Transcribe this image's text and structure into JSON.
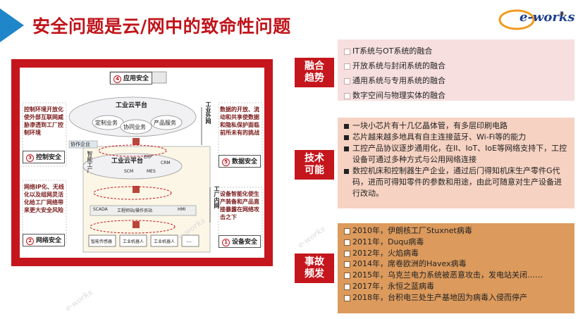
{
  "header": {
    "title": "安全问题是云/网中的致命性问题",
    "logo_text": "e-works",
    "accent_color": "#c0141b",
    "corner_color": "#1f86c9"
  },
  "diagram": {
    "frame_color": "#c4161c",
    "top_box": "应用安全",
    "top_num": "4",
    "cloud_title": "工业云平台",
    "cloud_items": [
      "定制业务",
      "协同业务",
      "产品服务"
    ],
    "collab_label": "协作企业",
    "factory_label": "智能工厂",
    "outer_net": "工业外网",
    "inner_net": "工厂内网",
    "inner_platform": "工业云平台",
    "inner_items": [
      "ERP",
      "CRM",
      "SCM",
      "MES"
    ],
    "scada_row": [
      "SCADA",
      "工程师站/操作员站",
      "HMI"
    ],
    "device_row": [
      "智能传感器",
      "工业机器人",
      "工业机器人",
      "…"
    ],
    "left_top_text": "控制环境开放化使外部互联网威胁渗透到工厂控制环境",
    "left_top_tag": "控制安全",
    "left_top_num": "3",
    "left_bottom_text": "网络IP化、无线化以及组网灵活化给工厂网络带来更大安全风险",
    "left_bottom_tag": "网络安全",
    "left_bottom_num": "2",
    "right_top_text": "数据的开放、流动和共享使数据和隐私保护面临前所未有的挑战",
    "right_top_tag": "数据安全",
    "right_top_num": "5",
    "right_bottom_text": "设备智能化使生产装备和产品直接暴露在网络攻击之下",
    "right_bottom_tag": "设备安全",
    "right_bottom_num": "1"
  },
  "sections": {
    "fusion": {
      "label_line1": "融合",
      "label_line2": "趋势",
      "items": [
        "IT系统与OT系统的融合",
        "开放系统与封闭系统的融合",
        "通用系统与专用系统的融合",
        "数字空间与物理实体的融合"
      ]
    },
    "tech": {
      "label_line1": "技术",
      "label_line2": "可能",
      "items": [
        "一块小芯片有十几亿晶体管，有多层印刷电路",
        "芯片越来越多地具有自主连接蓝牙、Wi-Fi等的能力",
        "工控产品协议逐步通用化，在II、IoT、IoE等网络支持下，工控设备可通过多种方式与公用网络连接",
        "数控机床和控制器生产企业，通过后门得知机床生产零件G代码，进而可得知零件的参数和用途，由此可随意对生产设备进行改动。"
      ]
    },
    "incident": {
      "label_line1": "事故",
      "label_line2": "频发",
      "items": [
        "2010年，伊朗核工厂Stuxnet病毒",
        "2011年，Duqu病毒",
        "2012年，火焰病毒",
        "2014年，席卷欧洲的Havex病毒",
        "2015年，乌克兰电力系统被恶意攻击，发电站关闭……",
        "2017年，永恒之蓝病毒",
        "2018年，台积电三处生产基地因为病毒入侵而停产"
      ]
    }
  },
  "watermarks": [
    "e-works",
    "e-works",
    "e-works",
    "e-works"
  ]
}
